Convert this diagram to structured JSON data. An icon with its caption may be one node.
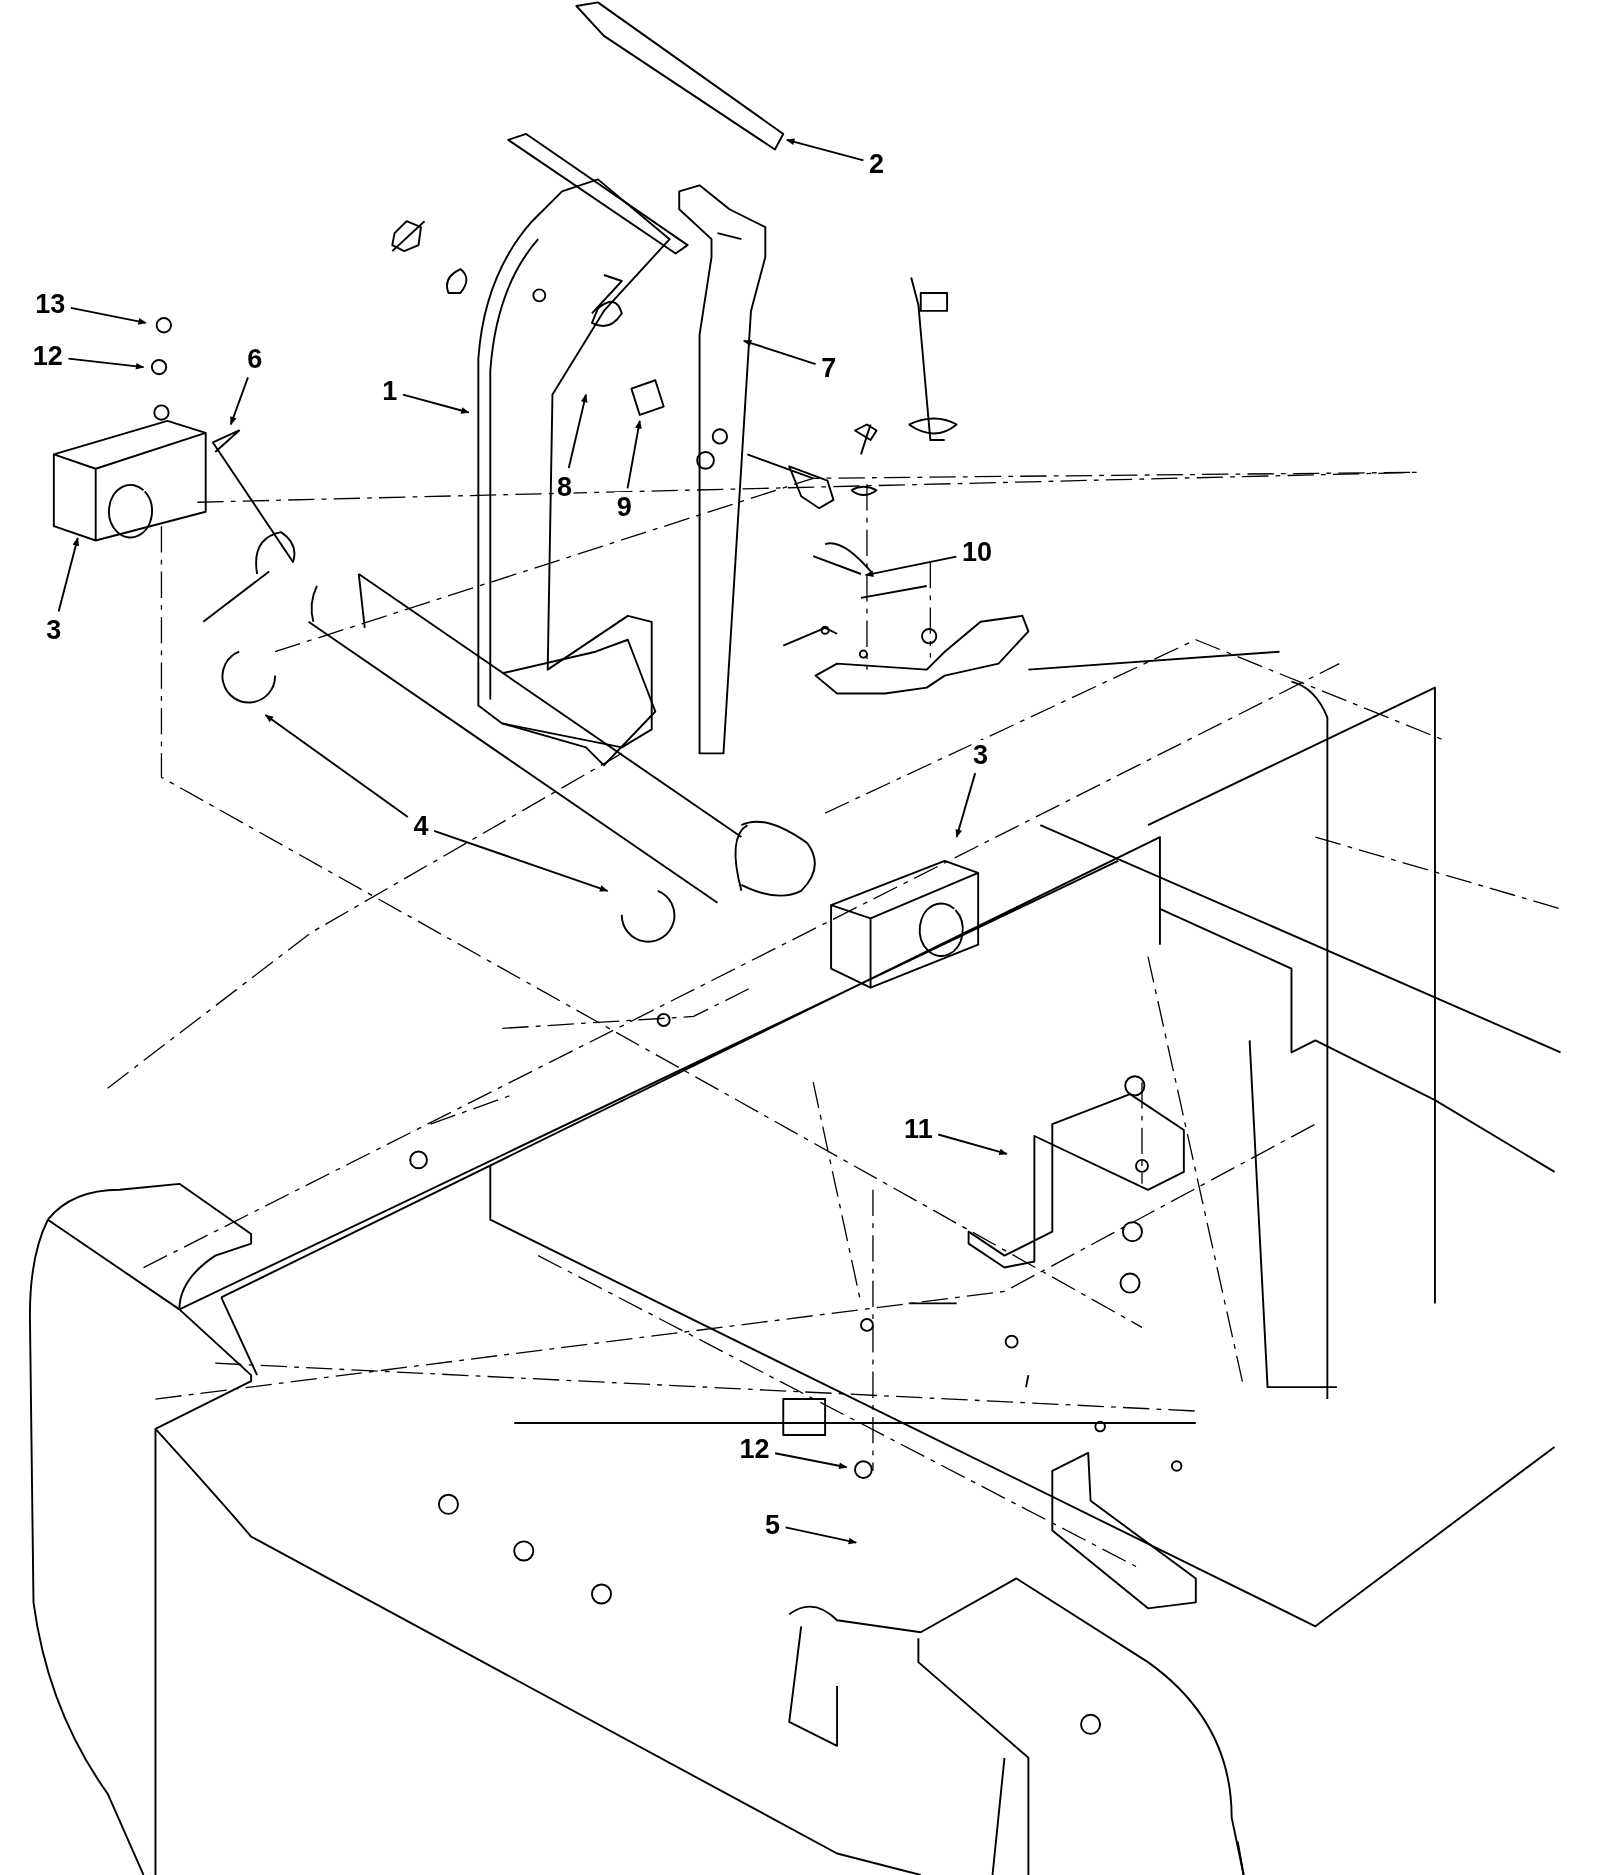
{
  "diagram": {
    "nodes": [
      {
        "text": [
          "2"
        ]
      },
      {
        "text": [
          "13"
        ]
      },
      {
        "text": [
          "12"
        ]
      },
      {
        "text": [
          "6"
        ]
      },
      {
        "text": [
          "7"
        ]
      },
      {
        "text": [
          "1"
        ]
      },
      {
        "text": [
          "8"
        ]
      },
      {
        "text": [
          "9"
        ]
      },
      {
        "text": [
          "10"
        ]
      },
      {
        "text": [
          "3"
        ]
      },
      {
        "text": [
          "3"
        ]
      },
      {
        "text": [
          "4"
        ]
      },
      {
        "text": [
          "11"
        ]
      },
      {
        "text": [
          "12"
        ]
      },
      {
        "text": [
          "5"
        ]
      }
    ],
    "edges": [
      {
        "from": 0,
        "to": null,
        "arrow": "to"
      },
      {
        "from": 1,
        "to": null,
        "arrow": "to"
      },
      {
        "from": 2,
        "to": null,
        "arrow": "to"
      },
      {
        "from": 3,
        "to": null,
        "arrow": "to"
      },
      {
        "from": 4,
        "to": null,
        "arrow": "to"
      },
      {
        "from": 5,
        "to": null,
        "arrow": "to"
      },
      {
        "from": 6,
        "to": null,
        "arrow": "to"
      },
      {
        "from": 7,
        "to": null,
        "arrow": "to"
      },
      {
        "from": 8,
        "to": null,
        "arrow": "to"
      },
      {
        "from": 9,
        "to": null,
        "arrow": "to"
      },
      {
        "from": 10,
        "to": null,
        "arrow": "to"
      },
      {
        "from": 11,
        "to": null,
        "arrow": "to"
      },
      {
        "from": 11,
        "to": null,
        "arrow": "to"
      },
      {
        "from": 12,
        "to": null,
        "arrow": "to"
      },
      {
        "from": 13,
        "to": null,
        "arrow": "to"
      },
      {
        "from": 14,
        "to": null,
        "arrow": "to"
      }
    ]
  }
}
